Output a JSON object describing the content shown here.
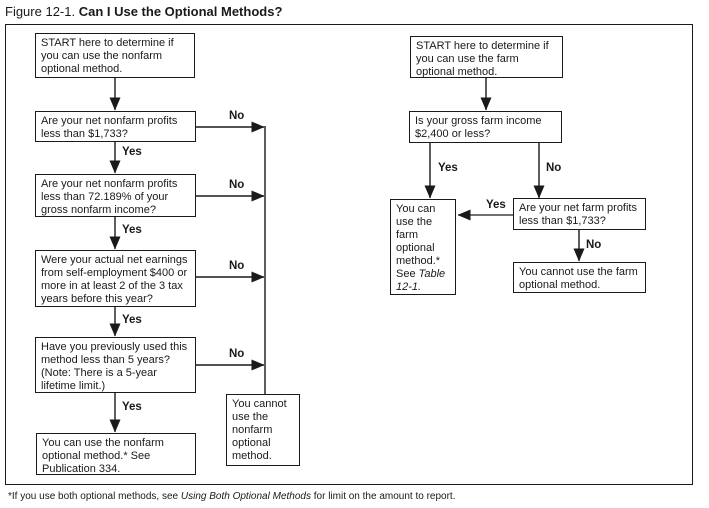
{
  "title": {
    "prefix": "Figure 12-1. ",
    "main": "Can I Use the Optional Methods?"
  },
  "labels": {
    "yes": "Yes",
    "no": "No"
  },
  "nonfarm": {
    "start": "START here to determine if you can use the nonfarm optional method.",
    "q_profits": "Are your net nonfarm profits less than $1,733?",
    "q_percent": "Are your net nonfarm profits less than 72.189% of your gross nonfarm income?",
    "q_earnings": "Were your actual net earnings from self-employment $400 or more in at least 2 of the 3 tax years before this year?",
    "q_years": "Have you previously used this method less than 5 years? (Note: There is a 5-year lifetime limit.)",
    "outcome_can": "You can use the nonfarm optional method.* See Publication 334.",
    "outcome_cannot": "You cannot use the nonfarm optional method."
  },
  "farm": {
    "start": "START here to determine if you can use the farm optional method.",
    "q_income": "Is your gross farm income $2,400 or less?",
    "q_profits": "Are your net farm profits less than $1,733?",
    "outcome_can_prefix": "You can use the farm optional method.* See ",
    "outcome_can_ref": "Table 12-1.",
    "outcome_cannot": "You cannot use the farm optional method."
  },
  "footnote": {
    "prefix": "*If you use both optional methods, see ",
    "reference": "Using Both Optional Methods",
    "suffix": " for limit on the amount to report."
  }
}
